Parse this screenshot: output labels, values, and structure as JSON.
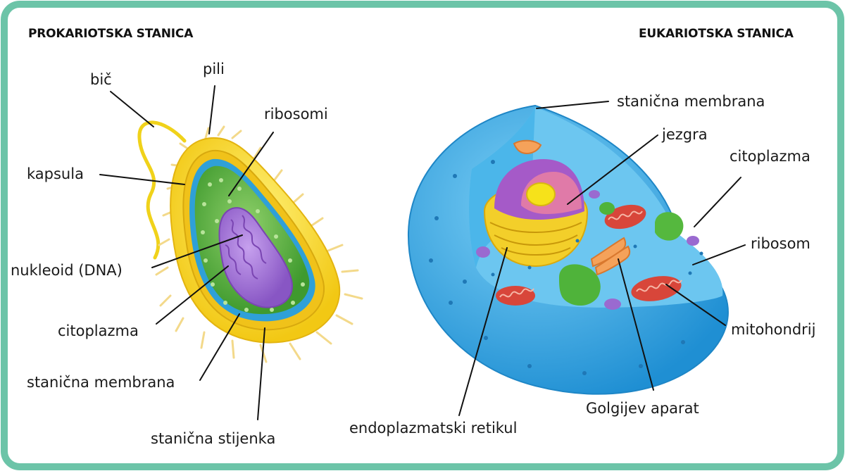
{
  "headings": {
    "prokaryote": "PROKARIOTSKA STANICA",
    "eukaryote": "EUKARIOTSKA STANICA"
  },
  "prokaryote_labels": {
    "flagellum": "bič",
    "pili": "pili",
    "ribosomes": "ribosomi",
    "capsule": "kapsula",
    "nucleoid": "nukleoid (DNA)",
    "cytoplasm": "citoplazma",
    "cell_membrane": "stanična membrana",
    "cell_wall": "stanična stijenka"
  },
  "eukaryote_labels": {
    "cell_membrane": "stanična membrana",
    "nucleus": "jezgra",
    "cytoplasm": "citoplazma",
    "ribosome": "ribosom",
    "mitochondrion": "mitohondrij",
    "golgi": "Golgijev aparat",
    "er": "endoplazmatski retikul"
  },
  "colors": {
    "frame": "#6cc4a8",
    "capsule": "#f6e21a",
    "cytoplasm_green": "#4fa63a",
    "nucleoid": "#9a6ad0",
    "cell_blue": "#3aa8e6",
    "nucleus_magenta": "#c0468a"
  }
}
